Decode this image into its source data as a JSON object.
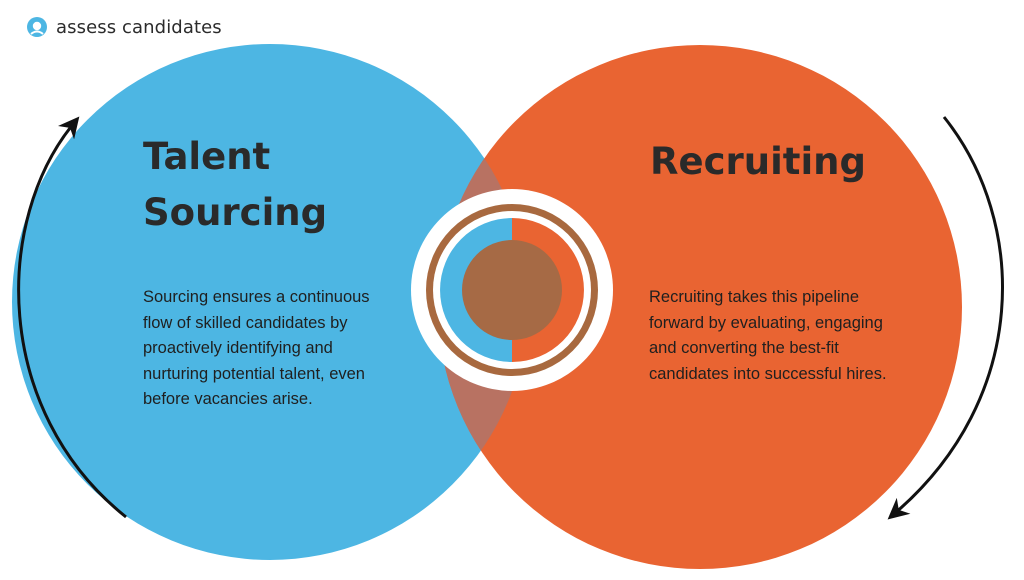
{
  "brand": {
    "name": "assess candidates",
    "logo_icon": "assess-candidates-logo-icon"
  },
  "left_circle": {
    "title_line1": "Talent",
    "title_line2": "Sourcing",
    "description": "Sourcing ensures a continuous flow of skilled candidates by proactively identifying and nurturing potential talent, even before vacancies arise.",
    "color": "#4DB6E3"
  },
  "right_circle": {
    "title": "Recruiting",
    "description": "Recruiting takes this pipeline forward by evaluating, engaging and converting the best-fit candidates into successful hires.",
    "color": "#E96432"
  },
  "overlap": {
    "color": "#B87262",
    "center_icon": "cycle-target-icon",
    "ring_color": "#B06B4B",
    "inner_color": "#A86A45"
  },
  "arrows": {
    "left": "arrow-up-curved-icon",
    "right": "arrow-down-curved-icon",
    "color": "#111111"
  }
}
